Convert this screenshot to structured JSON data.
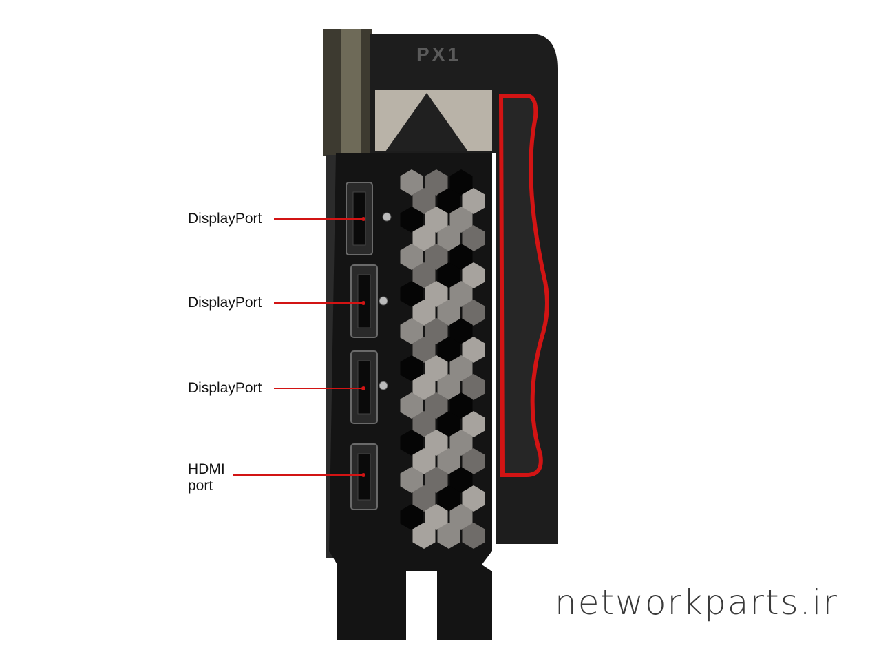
{
  "product": {
    "shroud_logo": "PX1",
    "accent_color": "#d21414",
    "bracket_color": "#141414"
  },
  "callouts": [
    {
      "label": "DisplayPort"
    },
    {
      "label": "DisplayPort"
    },
    {
      "label": "DisplayPort"
    },
    {
      "label_line1": "HDMI",
      "label_line2": "port"
    }
  ],
  "watermark": "networkparts.ir"
}
